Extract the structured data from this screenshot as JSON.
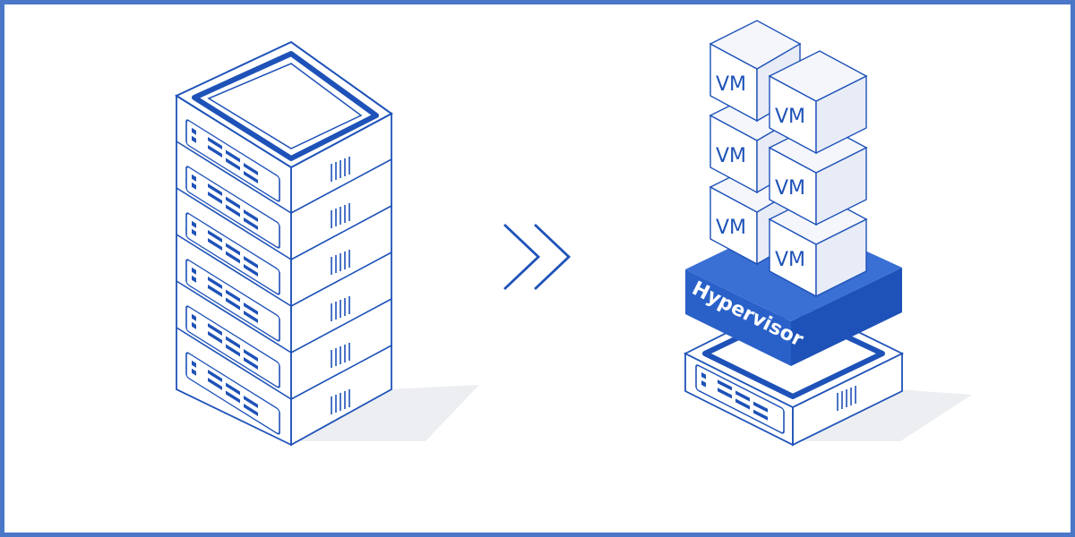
{
  "diagram": {
    "left_stack": {
      "rack_units": 6
    },
    "transition": {
      "icon": "double-chevron-right-icon"
    },
    "right_stack": {
      "hypervisor_label": "Hypervisor",
      "vm_label": "VM",
      "vm_count": 6
    }
  },
  "colors": {
    "frame": "#4a77c8",
    "accent": "#1e52b8",
    "fill_light": "#e8ecf7",
    "hypervisor_blue": "#2a61c9",
    "shadow": "#eceef2"
  }
}
